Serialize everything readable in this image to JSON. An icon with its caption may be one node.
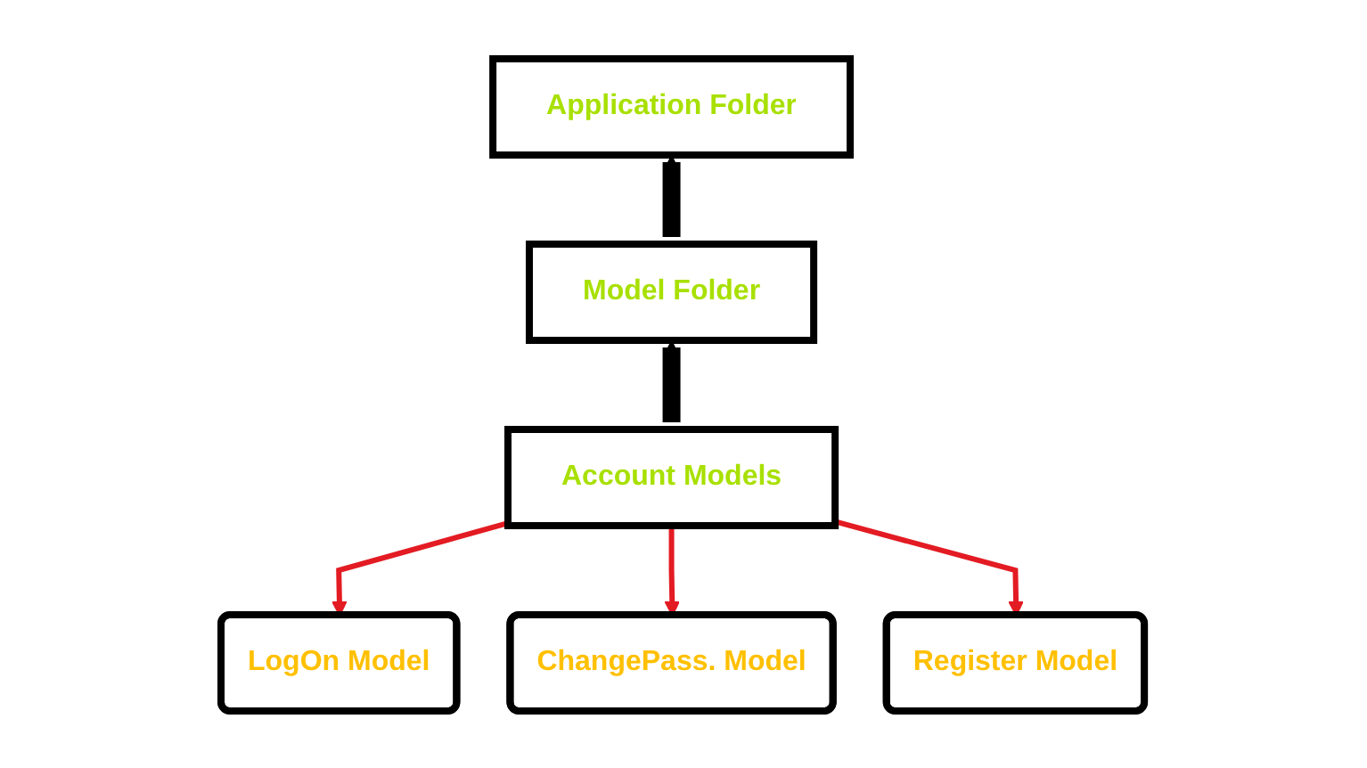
{
  "diagram": {
    "nodes": [
      {
        "text": [
          "Application Folder"
        ]
      },
      {
        "text": [
          "Model Folder"
        ]
      },
      {
        "text": [
          "Account Models"
        ]
      },
      {
        "text": [
          "LogOn Model"
        ]
      },
      {
        "text": [
          "ChangePass. Model"
        ]
      },
      {
        "text": [
          "Register Model"
        ]
      }
    ],
    "edges": [
      {
        "from": 1,
        "to": 0,
        "arrow": "to",
        "style": "thick",
        "color": "#000000"
      },
      {
        "from": 2,
        "to": 1,
        "arrow": "to",
        "style": "thick",
        "color": "#000000"
      },
      {
        "from": 2,
        "to": 3,
        "arrow": "to"
      },
      {
        "from": 2,
        "to": 4,
        "arrow": "to"
      },
      {
        "from": 2,
        "to": 5,
        "arrow": "to"
      }
    ]
  }
}
